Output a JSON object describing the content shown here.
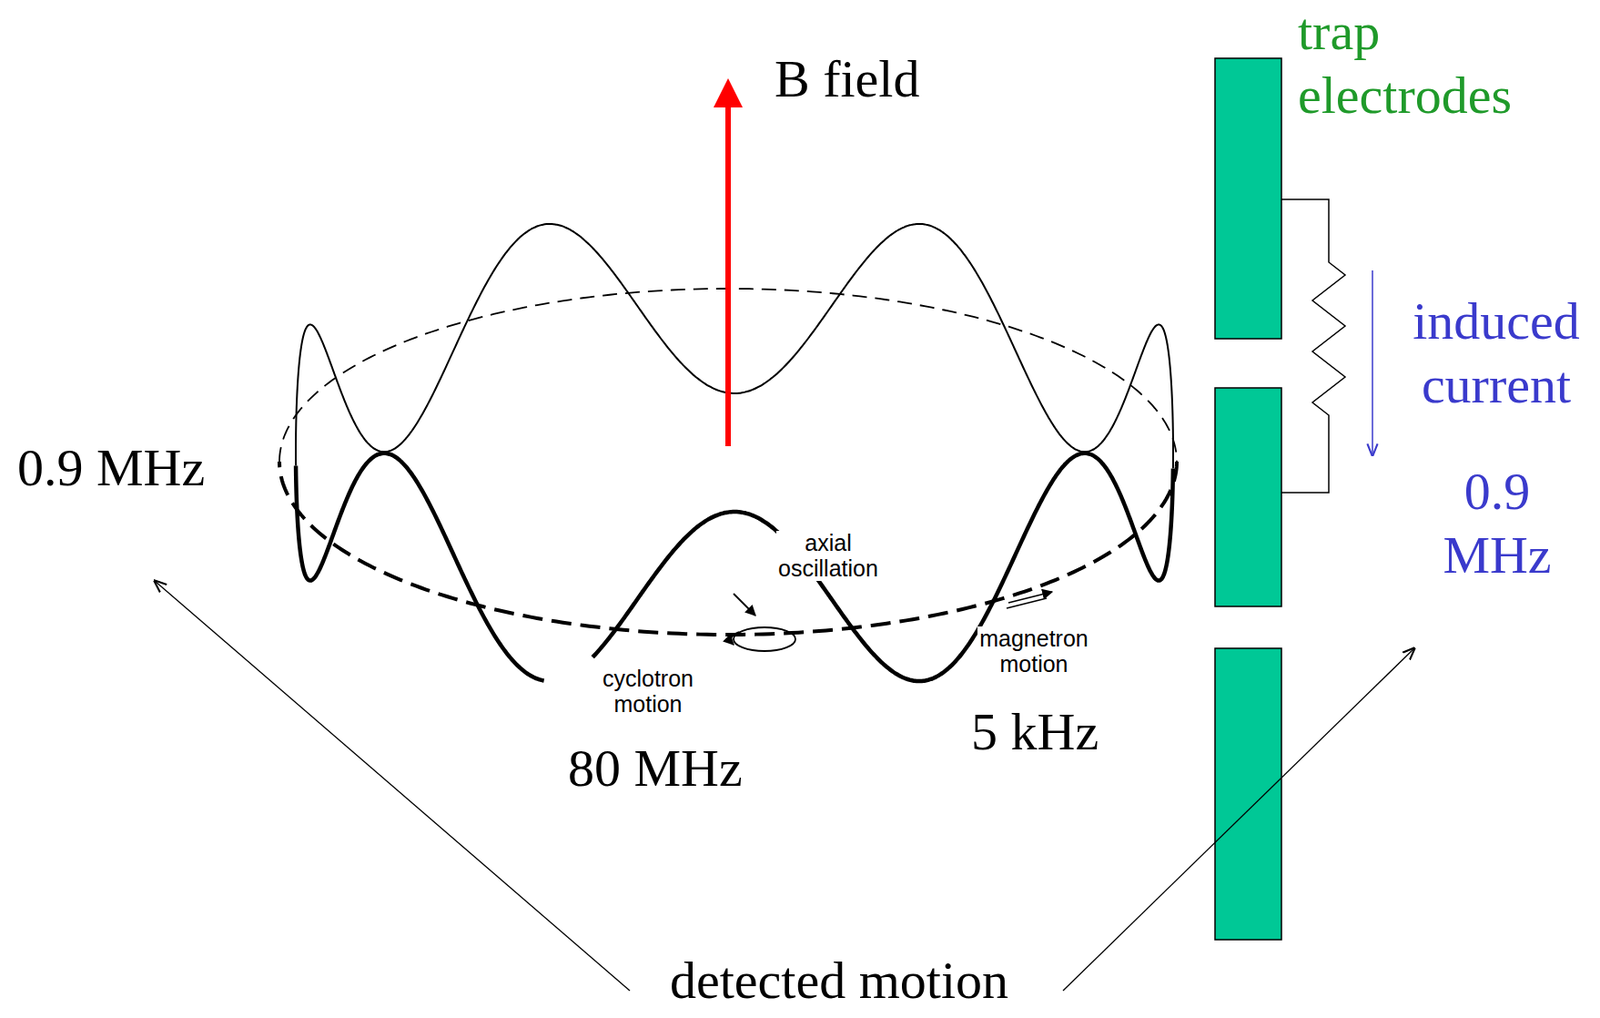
{
  "diagram": {
    "labels": [
      "B field",
      "trap electrodes",
      "induced current",
      "0.9 MHz",
      "axial oscillation",
      "cyclotron motion",
      "magnetron motion",
      "80 MHz",
      "5 kHz",
      "0.9 MHz",
      "detected motion"
    ]
  }
}
